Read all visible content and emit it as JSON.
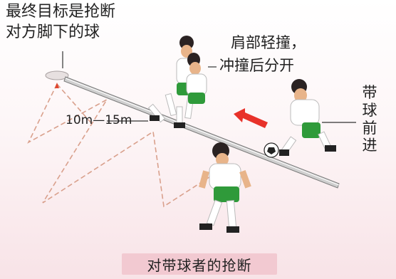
{
  "labels": {
    "target_line1": "最终目标是抢断",
    "target_line2": "对方脚下的球",
    "shoulder_line1": "肩部轻撞，",
    "shoulder_line2": "冲撞后分开",
    "dribble": "带球前进",
    "distance": "10m—15m"
  },
  "caption": "对带球者的抢断",
  "colors": {
    "caption_bg": "#f2c9d1",
    "arrow": "#e8322a",
    "shorts": "#2f9a3a",
    "shirt": "#ffffff",
    "hair": "#2a2222",
    "skin": "#e8b48a",
    "dashed_line": "#d9a08c",
    "ruler": "#7a7a7a"
  }
}
